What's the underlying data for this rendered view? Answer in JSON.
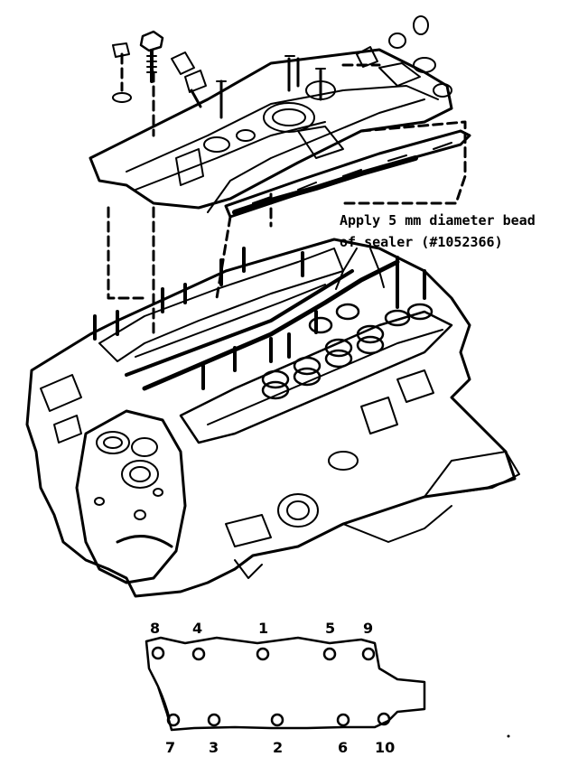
{
  "callout": {
    "line1": "Apply 5 mm diameter bead",
    "line2": "of sealer (#1052366)"
  },
  "torque_sequence": {
    "top": [
      "8",
      "4",
      "1",
      "5",
      "9"
    ],
    "bottom": [
      "7",
      "3",
      "2",
      "6",
      "10"
    ]
  },
  "colors": {
    "ink": "#000000",
    "paper": "#ffffff"
  }
}
